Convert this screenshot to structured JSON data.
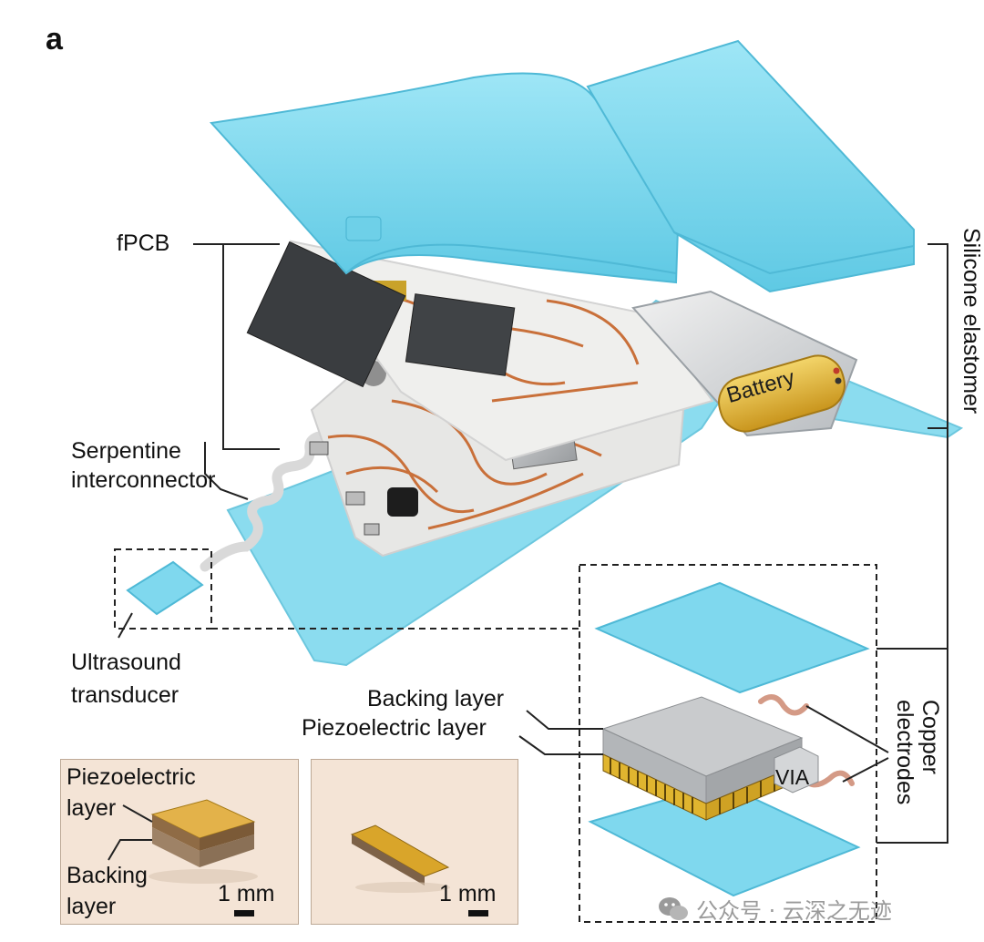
{
  "panel_letter": "a",
  "labels": {
    "fpcb": "fPCB",
    "serpentine_line1": "Serpentine",
    "serpentine_line2": "interconnector",
    "ultrasound_line1": "Ultrasound",
    "ultrasound_line2": "transducer",
    "silicone": "Silicone elastomer",
    "battery": "Battery",
    "backing_layer": "Backing layer",
    "piezo_layer": "Piezoelectric layer",
    "via": "VIA",
    "copper_line1": "Copper",
    "copper_line2": "electrodes"
  },
  "photo_left": {
    "piezo_line1": "Piezoelectric",
    "piezo_line2": "layer",
    "backing_line1": "Backing",
    "backing_line2": "layer",
    "scale": "1 mm"
  },
  "photo_right": {
    "scale": "1 mm"
  },
  "watermark": "公众号 · 云深之无迹",
  "colors": {
    "elastomer": "#7fd8ee",
    "copper": "#c9703a",
    "gold": "#d9a52a",
    "photo_bg": "#f4e4d6"
  }
}
